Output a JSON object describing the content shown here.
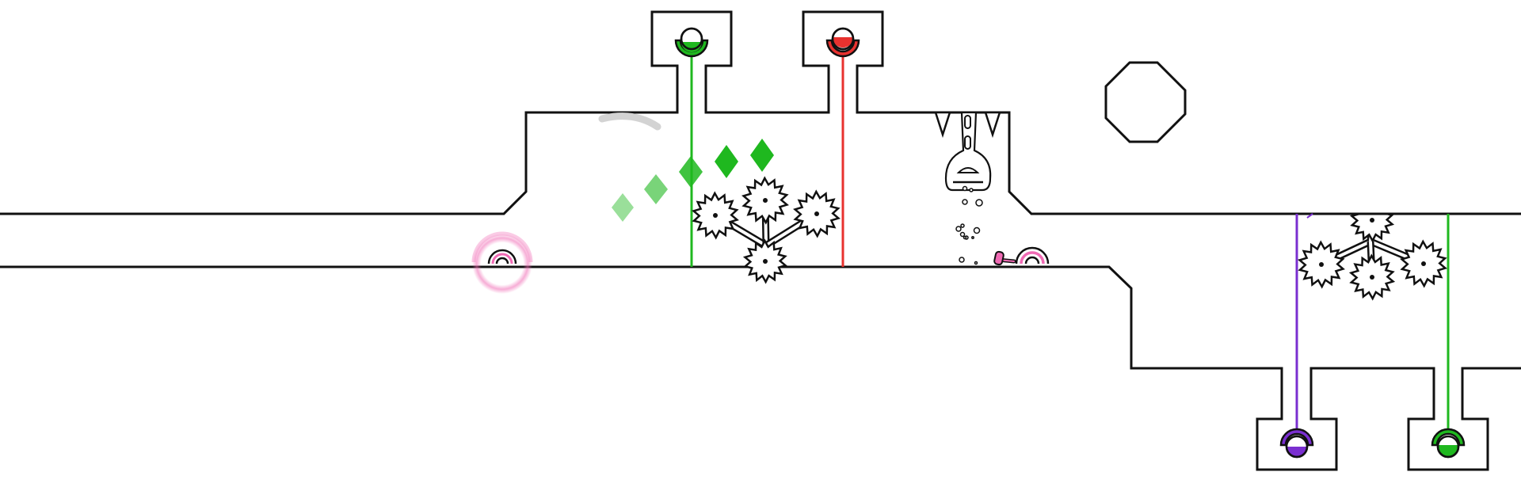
{
  "game": {
    "colors": {
      "background": "#ffffff",
      "wall": "#111111",
      "green": "#1fb81f",
      "red": "#e8322f",
      "purple": "#7a2fd0",
      "pink": "#f06ab4",
      "shadow": "#cfcfcf"
    },
    "laser_emitters": [
      {
        "name": "green-emitter-top",
        "color": "green",
        "fill_level": 0.35,
        "orientation": "down"
      },
      {
        "name": "red-emitter-top",
        "color": "red",
        "fill_level": 0.4,
        "orientation": "down"
      },
      {
        "name": "purple-emitter-bottom",
        "color": "purple",
        "fill_level": 0.55,
        "orientation": "up"
      },
      {
        "name": "green-emitter-bottom",
        "color": "green",
        "fill_level": 0.45,
        "orientation": "up"
      }
    ],
    "gems": {
      "color": "green",
      "count": 5
    },
    "saw_blades": {
      "upper_cluster": 4,
      "lower_cluster": 4
    },
    "player": {
      "icon": "pink-player-icon",
      "state": "dashing"
    },
    "exit_portal": {
      "icon": "octagon-exit-icon"
    },
    "spawn_rings": {
      "icon": "pink-spawn-ring-icon",
      "count": 2
    },
    "squid_enemy": {
      "icon": "squid-enemy-icon",
      "bubbles": 11
    }
  }
}
